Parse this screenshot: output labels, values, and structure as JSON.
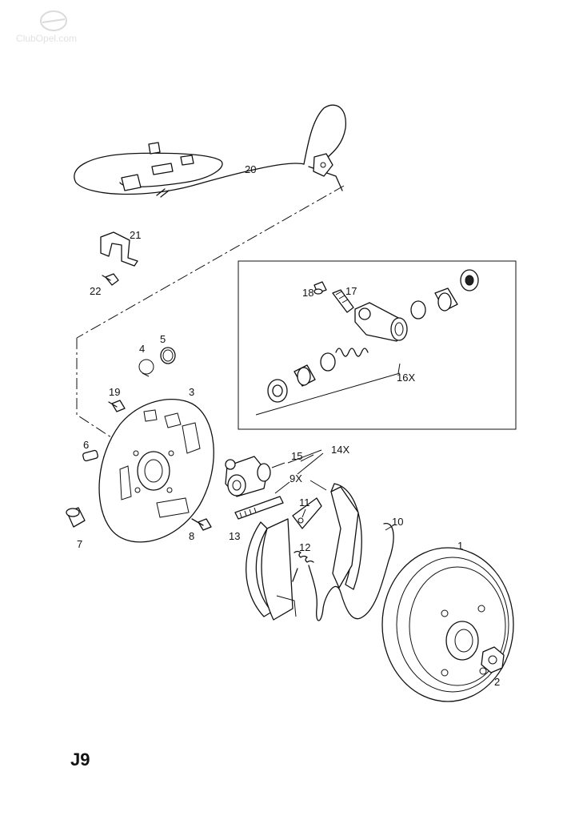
{
  "page_code": "J9",
  "watermark": {
    "brand": "ClubOpel.com"
  },
  "inset": {
    "labels": {
      "p17": "17",
      "p18": "18",
      "p16x": "16X"
    }
  },
  "labels": {
    "p1": "1",
    "p2": "2",
    "p3": "3",
    "p4": "4",
    "p5": "5",
    "p6": "6",
    "p7": "7",
    "p8": "8",
    "p9x": "9X",
    "p10": "10",
    "p11": "11",
    "p12": "12",
    "p13": "13",
    "p14x": "14X",
    "p15": "15",
    "p19": "19",
    "p20": "20",
    "p21": "21",
    "p22": "22"
  }
}
